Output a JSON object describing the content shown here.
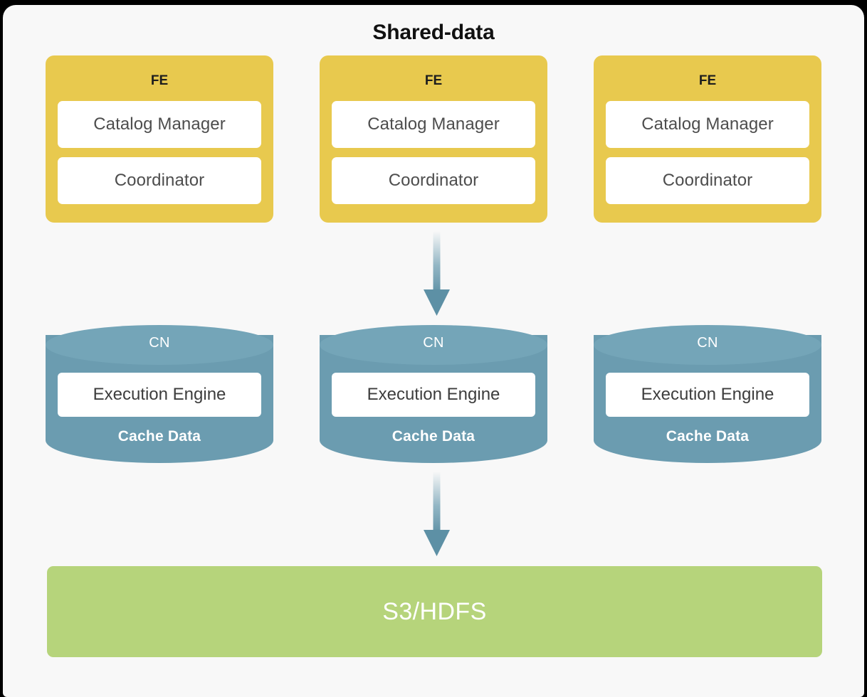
{
  "diagram": {
    "title": "Shared-data",
    "type": "architecture-diagram",
    "colors": {
      "frame": "#000000",
      "card_background": "#f8f8f8",
      "fe_node": "#e8c94e",
      "cn_node_body": "#6b9cb0",
      "cn_node_cap": "#74a5b8",
      "storage_node": "#b6d47b",
      "arrow": "#6b9cb0",
      "sub_box": "#ffffff",
      "title_text": "#111111"
    }
  },
  "tiers": {
    "frontend": {
      "tier_label": "FE",
      "nodes": [
        {
          "label": "FE",
          "components": [
            {
              "label": "Catalog Manager"
            },
            {
              "label": "Coordinator"
            }
          ]
        },
        {
          "label": "FE",
          "components": [
            {
              "label": "Catalog Manager"
            },
            {
              "label": "Coordinator"
            }
          ]
        },
        {
          "label": "FE",
          "components": [
            {
              "label": "Catalog Manager"
            },
            {
              "label": "Coordinator"
            }
          ]
        }
      ]
    },
    "compute": {
      "tier_label": "CN",
      "nodes": [
        {
          "label": "CN",
          "components": [
            {
              "label": "Execution Engine"
            }
          ],
          "storage_label": "Cache Data"
        },
        {
          "label": "CN",
          "components": [
            {
              "label": "Execution Engine"
            }
          ],
          "storage_label": "Cache Data"
        },
        {
          "label": "CN",
          "components": [
            {
              "label": "Execution Engine"
            }
          ],
          "storage_label": "Cache Data"
        }
      ]
    },
    "storage": {
      "label": "S3/HDFS"
    }
  },
  "connectors": [
    {
      "name": "fe-to-cn",
      "direction": "down",
      "from": "FE",
      "to": "CN"
    },
    {
      "name": "cn-to-storage",
      "direction": "down",
      "from": "CN",
      "to": "S3/HDFS"
    }
  ]
}
